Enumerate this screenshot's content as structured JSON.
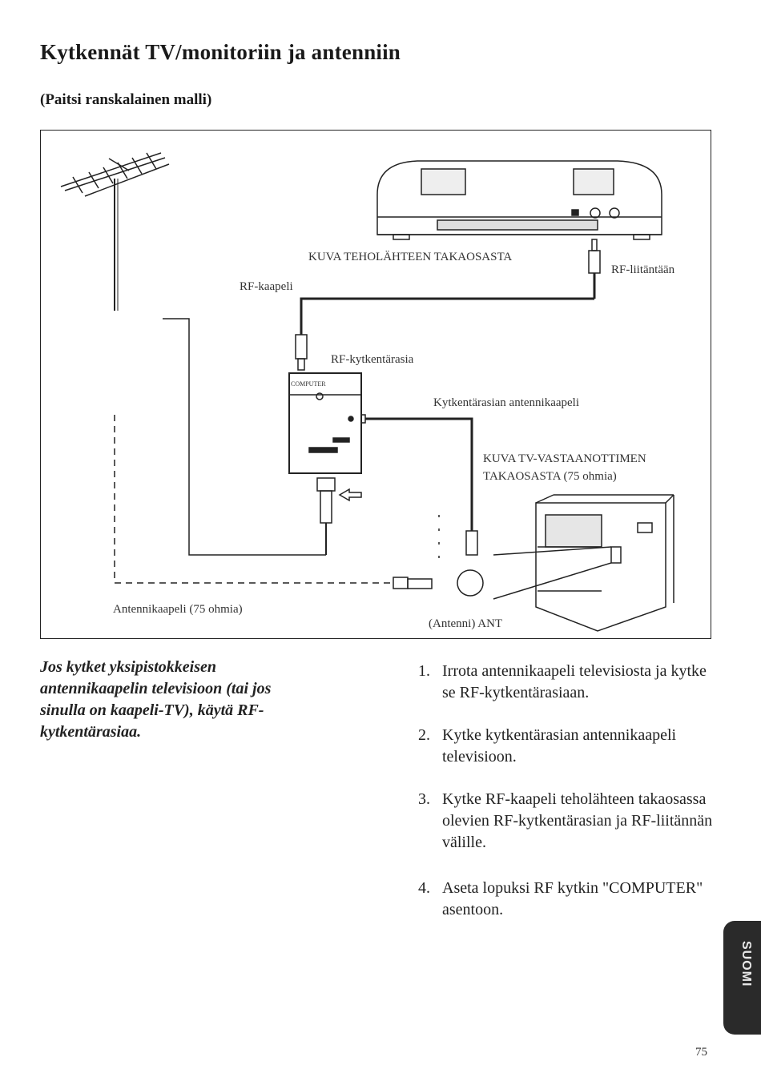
{
  "header": {
    "title": "Kytkennät TV/monitoriin ja antenniin",
    "subtitle": "(Paitsi ranskalainen malli)"
  },
  "figure": {
    "label_power_rear": "KUVA TEHOLÄHTEEN TAKAOSASTA",
    "label_rf_jack": "RF-liitäntään",
    "label_rf_cable": "RF-kaapeli",
    "label_rf_switchbox": "RF-kytkentärasia",
    "label_switchbox_cable": "Kytkentärasian antennikaapeli",
    "label_tv_rear_line1": "KUVA TV-VASTAANOTTIMEN",
    "label_tv_rear_line2": "TAKAOSASTA (75 ohmia)",
    "label_antenna_cable": "Antennikaapeli (75 ohmia)",
    "label_ant": "(Antenni) ANT",
    "label_computer": "COMPUTER"
  },
  "note": "Jos kytket yksipistokkeisen antennikaapelin televisioon (tai jos sinulla on kaapeli-TV), käytä RF-kytkentärasiaa.",
  "steps": [
    {
      "num": "1.",
      "text": "Irrota antennikaapeli televisiosta ja kytke se RF-kytkentärasiaan."
    },
    {
      "num": "2.",
      "text": "Kytke kytkentärasian antennikaapeli televisioon."
    },
    {
      "num": "3.",
      "text": "Kytke RF-kaapeli teholähteen takaosassa olevien RF-kytkentärasian ja RF-liitännän välille."
    },
    {
      "num": "4.",
      "text": "Aseta lopuksi RF kytkin \"COMPUTER\" asentoon."
    }
  ],
  "side_tab": "SUOMI",
  "page_number": "75"
}
